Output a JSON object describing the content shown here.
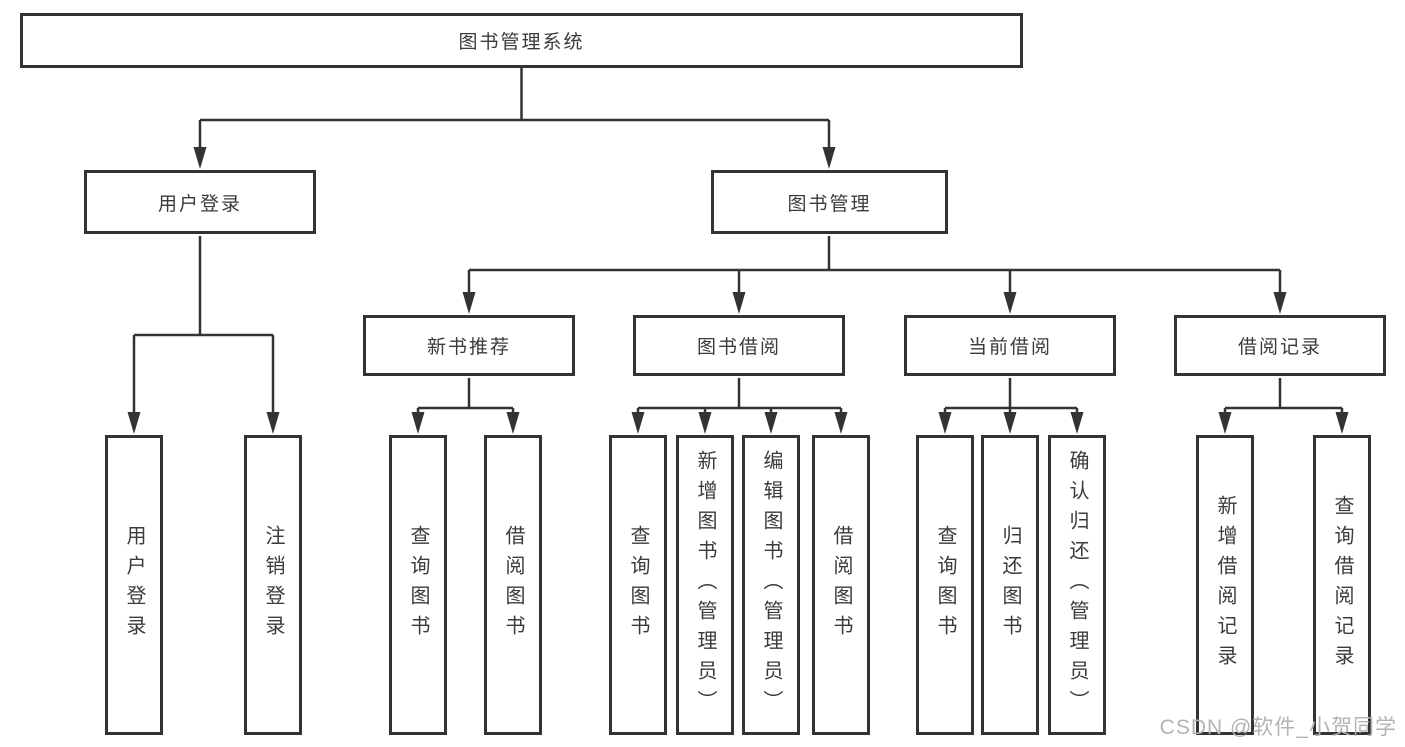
{
  "tree": {
    "root": {
      "label": "图书管理系统"
    },
    "children": [
      {
        "label": "用户登录",
        "children": [
          {
            "label": "用户登录"
          },
          {
            "label": "注销登录"
          }
        ]
      },
      {
        "label": "图书管理",
        "children": [
          {
            "label": "新书推荐",
            "children": [
              {
                "label": "查询图书"
              },
              {
                "label": "借阅图书"
              }
            ]
          },
          {
            "label": "图书借阅",
            "children": [
              {
                "label": "查询图书"
              },
              {
                "label": "新增图书（管理员）"
              },
              {
                "label": "编辑图书（管理员）"
              },
              {
                "label": "借阅图书"
              }
            ]
          },
          {
            "label": "当前借阅",
            "children": [
              {
                "label": "查询图书"
              },
              {
                "label": "归还图书"
              },
              {
                "label": "确认归还（管理员）"
              }
            ]
          },
          {
            "label": "借阅记录",
            "children": [
              {
                "label": "新增借阅记录"
              },
              {
                "label": "查询借阅记录"
              }
            ]
          }
        ]
      }
    ]
  },
  "watermark": "CSDN @软件_小贺同学",
  "colors": {
    "line": "#333333",
    "box_border": "#333333",
    "text": "#3b3b3f",
    "watermark": "#b3b3b3",
    "background": "#ffffff"
  }
}
